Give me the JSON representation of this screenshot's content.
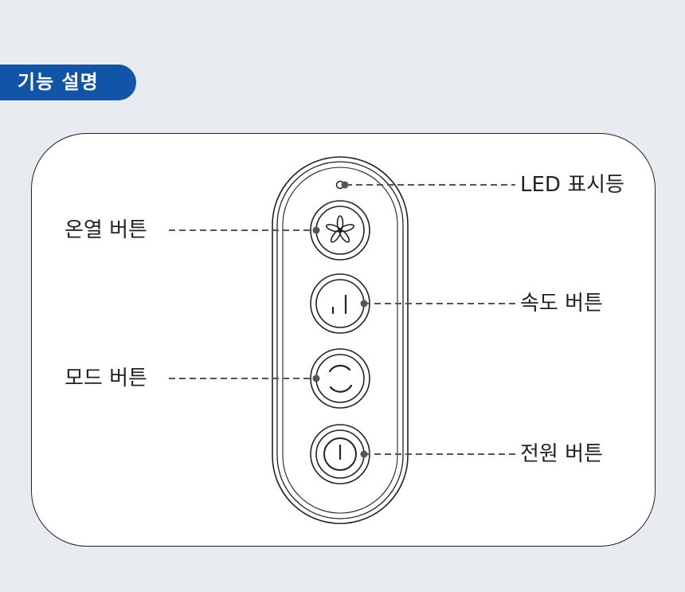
{
  "header": {
    "title": "기능 설명"
  },
  "labels": {
    "led": "LED 표시등",
    "heat": "온열 버튼",
    "speed": "속도 버튼",
    "mode": "모드 버튼",
    "power": "전원 버튼"
  },
  "colors": {
    "accent": "#1155a8",
    "background": "#e8ecf0",
    "panel": "#ffffff",
    "line": "#222222",
    "leader": "#555555"
  }
}
